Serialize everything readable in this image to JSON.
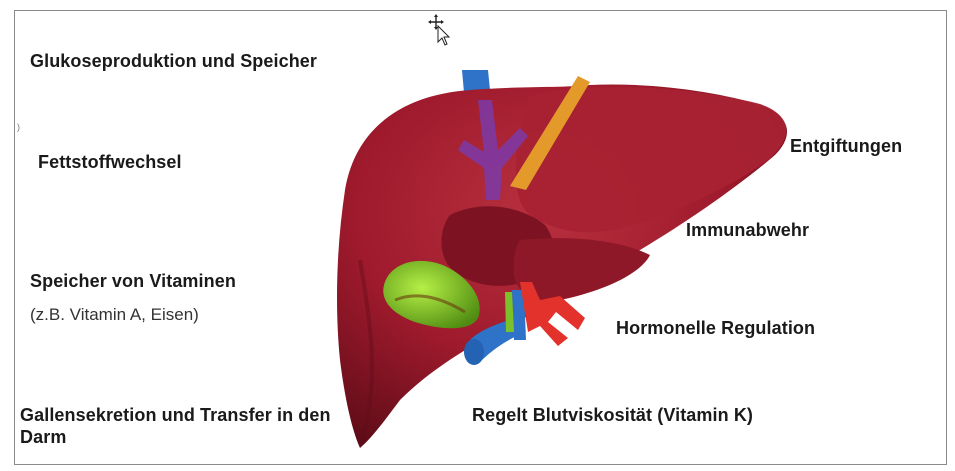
{
  "labels": {
    "glucose": "Glukoseproduktion und Speicher",
    "fat": "Fettstoffwechsel",
    "vitamins": "Speicher von Vitaminen",
    "vitamins_sub": "(z.B. Vitamin A, Eisen)",
    "bile": "Gallensekretion und Transfer in den Darm",
    "detox": "Entgiftungen",
    "immune": "Immunabwehr",
    "hormone": "Hormonelle Regulation",
    "viscosity": "Regelt Blutviskosität (Vitamin K)"
  },
  "small_mark": ")",
  "colors": {
    "liver": "#9e1a2c",
    "liver_dark": "#6e0f1d",
    "vein_blue": "#2f73c9",
    "artery_red": "#e2322b",
    "gallbladder": "#8fd628",
    "ligament": "#e39a2a",
    "purple": "#7b3aa8"
  },
  "icons": [
    "move-cursor-icon"
  ]
}
